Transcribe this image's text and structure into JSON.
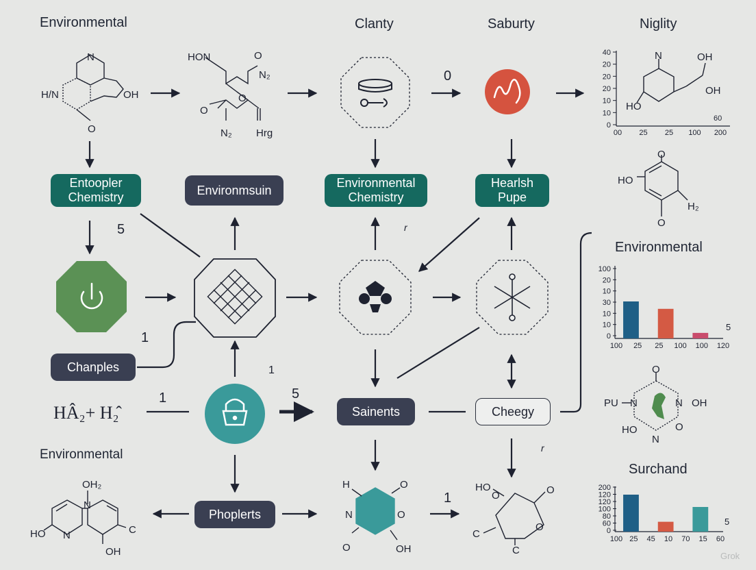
{
  "headers": {
    "environmental_top": "Environmental",
    "clanty": "Clanty",
    "saburty": "Saburty",
    "niglity": "Niglity",
    "environmental_bottom": "Environmental"
  },
  "labels": {
    "entoopler": "Entoopler Chemistry",
    "environmsuin": "Environmsuin",
    "env_chemistry": "Environmental Chemistry",
    "hearlsh": "Hearlsh Pupe",
    "chanples": "Chanples",
    "sainents": "Sainents",
    "cheegy": "Cheegy",
    "phoplerts": "Phoplerts"
  },
  "numbers": {
    "n_zero": "0",
    "n_five_a": "5",
    "n_one_a": "1",
    "n_one_b": "1",
    "n_one_c": "1",
    "n_five_b": "5",
    "n_one_d": "1",
    "n_r1": "r",
    "n_r2": "r"
  },
  "formula": "HÂ₂+ H₂̂",
  "chem_labels": {
    "m1_n": "N",
    "m1_h": "H/N",
    "m1_oh": "OH",
    "m1_o": "O",
    "m2_hon": "HON",
    "m2_o1": "O",
    "m2_n2a": "N₂",
    "m2_o2": "O",
    "m2_n2b": "N₂",
    "m2_hg": "Hrg",
    "m2_o3": "O",
    "m3_n": "N",
    "m3_oh1": "OH",
    "m3_oh2": "OH",
    "m3_ho": "HO",
    "m4_o1": "O",
    "m4_ho": "HO",
    "m4_h2": "H₂",
    "m4_o2": "O",
    "m5_pu": "PU",
    "m5_o": "O",
    "m5_n1": "N",
    "m5_n2": "N",
    "m5_oh": "OH",
    "m5_ho": "HO",
    "m5_n3": "N",
    "m5_o2": "O",
    "m6_oh2": "OH₂",
    "m6_n": "N",
    "m6_ho": "HO",
    "m6_n2": "N",
    "m6_c": "C",
    "m6_oh": "OH",
    "m7_h": "H",
    "m7_o1": "O",
    "m7_n": "N",
    "m7_o2": "O",
    "m7_o3": "O",
    "m7_oh": "OH",
    "m8_ho": "HO",
    "m8_o1": "O",
    "m8_o2": "O",
    "m8_c1": "C",
    "m8_c2": "C"
  },
  "colors": {
    "teal_label": "#15695f",
    "navy_label": "#3a3f52",
    "green_octagon": "#5b9155",
    "red_circle": "#d5533f",
    "teal_circle": "#3a9a9a",
    "bar_blue": "#1f5f86",
    "bar_red": "#d45a44",
    "bar_pink": "#c94c6c",
    "bar_teal": "#3a9a9a"
  },
  "icons": {
    "power": "power-icon",
    "lock": "lock-icon",
    "wave": "wave-icon",
    "lattice": "lattice-icon",
    "blob": "blob-icon",
    "star": "starburst-icon",
    "capsule": "capsule-icon"
  },
  "chart_data": [
    {
      "type": "line",
      "title": "",
      "y_ticks": [
        "40",
        "20",
        "20",
        "20",
        "10",
        "10",
        "0"
      ],
      "x_ticks": [
        "00",
        "25",
        "25",
        "100",
        "200"
      ],
      "annotation": "60",
      "series": []
    },
    {
      "type": "bar",
      "title": "Environmental",
      "y_ticks": [
        "100",
        "20",
        "10",
        "30",
        "10",
        "10",
        "0"
      ],
      "categories": [
        "100",
        "25",
        "25",
        "100",
        "100",
        "120"
      ],
      "values": [
        20,
        16,
        3
      ],
      "bar_colors": [
        "#1f5f86",
        "#d45a44",
        "#c94c6c"
      ],
      "annotation": "5"
    },
    {
      "type": "bar",
      "title": "Surchand",
      "y_ticks": [
        "200",
        "120",
        "120",
        "100",
        "80",
        "60",
        "0"
      ],
      "categories": [
        "100",
        "25",
        "45",
        "10",
        "70",
        "15",
        "60"
      ],
      "values": [
        150,
        40,
        100
      ],
      "bar_colors": [
        "#1f5f86",
        "#d45a44",
        "#3a9a9a"
      ],
      "annotation": "5"
    }
  ],
  "watermark": "Grok"
}
